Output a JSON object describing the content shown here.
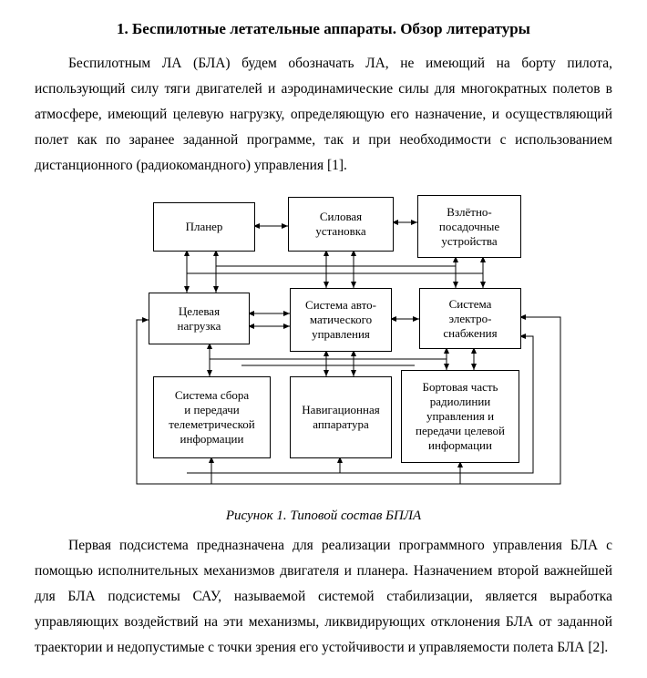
{
  "page": {
    "heading": "1. Беспилотные летательные аппараты. Обзор литературы",
    "paragraph1": "Беспилотным ЛА (БЛА) будем обозначать ЛА, не имеющий на борту пилота, использующий силу тяги двигателей и аэродинамические силы для многократных полетов в атмосфере, имеющий целевую нагрузку, определяющую его назначение, и осуществляющий полет как по заранее заданной программе, так и при необходимости с использованием дистанционного (радиокомандного) управления [1].",
    "figure_caption": "Рисунок 1. Типовой состав БПЛА",
    "paragraph2": "Первая подсистема предназначена для реализации программного управления БЛА с помощью исполнительных механизмов двигателя и планера. Назначением второй важнейшей для БЛА подсистемы САУ, называемой системой стабилизации, является выработка управляющих воздействий на эти механизмы, ликвидирующих отклонения БЛА от заданной траектории и недопустимые с точки зрения его устойчивости и управляемости полета БЛА [2]."
  },
  "diagram": {
    "boxes": {
      "planer": "Планер",
      "power": "Силовая\nустановка",
      "takeoff": "Взлётно-\nпосадочные\nустройства",
      "payload": "Целевая\nнагрузка",
      "control": "Система авто-\nматического\nуправления",
      "electro": "Система\nэлектро-\nснабжения",
      "telemetry": "Система сбора\nи передачи\nтелеметрической\nинформации",
      "navigation": "Навигационная\nаппаратура",
      "radio": "Бортовая часть\nрадиолинии\nуправления и\nпередачи целевой\nинформации"
    }
  }
}
